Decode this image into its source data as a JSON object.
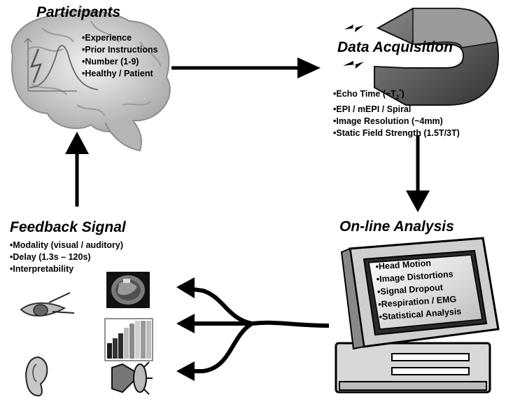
{
  "participants": {
    "title": "Participants",
    "items": [
      "•Experience",
      "•Prior Instructions",
      "•Number (1-9)",
      "•Healthy / Patient"
    ]
  },
  "acquisition": {
    "title": "Data Acquisition",
    "items": [
      "•EPI / mEPI / Spiral",
      "•Image Resolution (~4mm)",
      "•Static Field Strength (1.5T/3T)"
    ],
    "echo": {
      "prefix": "•Echo Time (~T",
      "sub": "2",
      "sup": "*",
      "suffix": ")"
    }
  },
  "analysis": {
    "title": "On-line Analysis",
    "items": [
      "•Head Motion",
      "•Image Distortions",
      "•Signal Dropout",
      "•Respiration / EMG",
      "•Statistical Analysis"
    ]
  },
  "feedback": {
    "title": "Feedback Signal",
    "items": [
      "•Modality (visual / auditory)",
      "•Delay (1.3s – 120s)",
      "•Interpretability"
    ]
  }
}
